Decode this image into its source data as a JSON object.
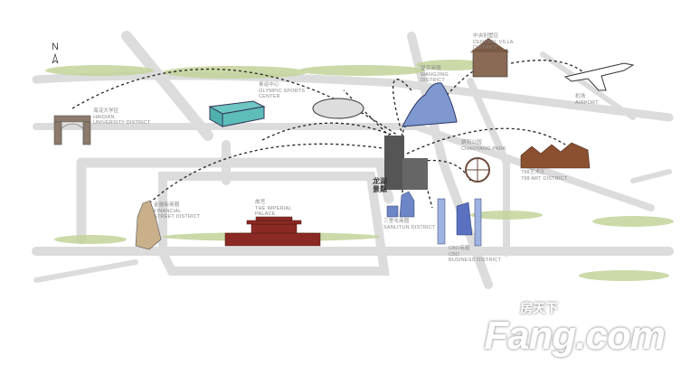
{
  "compass": {
    "label": "N"
  },
  "project": {
    "name_line1": "龙湖",
    "name_line2": "景粼"
  },
  "landmarks": {
    "haidian": {
      "cn": "海淀大学区",
      "en1": "HAIDIAN",
      "en2": "UNIVERSITY DISTRICT"
    },
    "olympic": {
      "cn": "奥运中心",
      "en1": "OLYMPIC SPORTS",
      "en2": "CENTER"
    },
    "wangjing": {
      "cn": "望京商圈",
      "en1": "WANGJING",
      "en2": "DISTRICT"
    },
    "central_villa": {
      "cn": "中央别墅区",
      "en1": "CENTRAL VILLA",
      "en2": "DISTRICT"
    },
    "airport": {
      "cn": "机场",
      "en1": "AIRPORT"
    },
    "chaoyang": {
      "cn": "朝阳公园",
      "en1": "CHAOYANG PARK"
    },
    "art798": {
      "cn": "798艺术区",
      "en1": "798 ART DISTRICT"
    },
    "financial": {
      "cn": "金融街商圈",
      "en1": "FINANCIAL",
      "en2": "STREET DISTRICT"
    },
    "palace": {
      "cn": "故宫",
      "en1": "THE IMPERIAL",
      "en2": "PALACE"
    },
    "sanlitun": {
      "cn": "三里屯商圈",
      "en1": "SANLITUN DISTRICT"
    },
    "cbd": {
      "cn": "CBD商圈",
      "en1": "CBD",
      "en2": "BUSINESS DISTRICT"
    }
  },
  "watermark": {
    "brand": "Fang.com",
    "cn": "房天下"
  },
  "colors": {
    "road": "#d9d9d9",
    "palace": "#8b2a24",
    "glass": "#7f98cf",
    "brown": "#8a5a3a",
    "tree": "#b8c98a"
  }
}
